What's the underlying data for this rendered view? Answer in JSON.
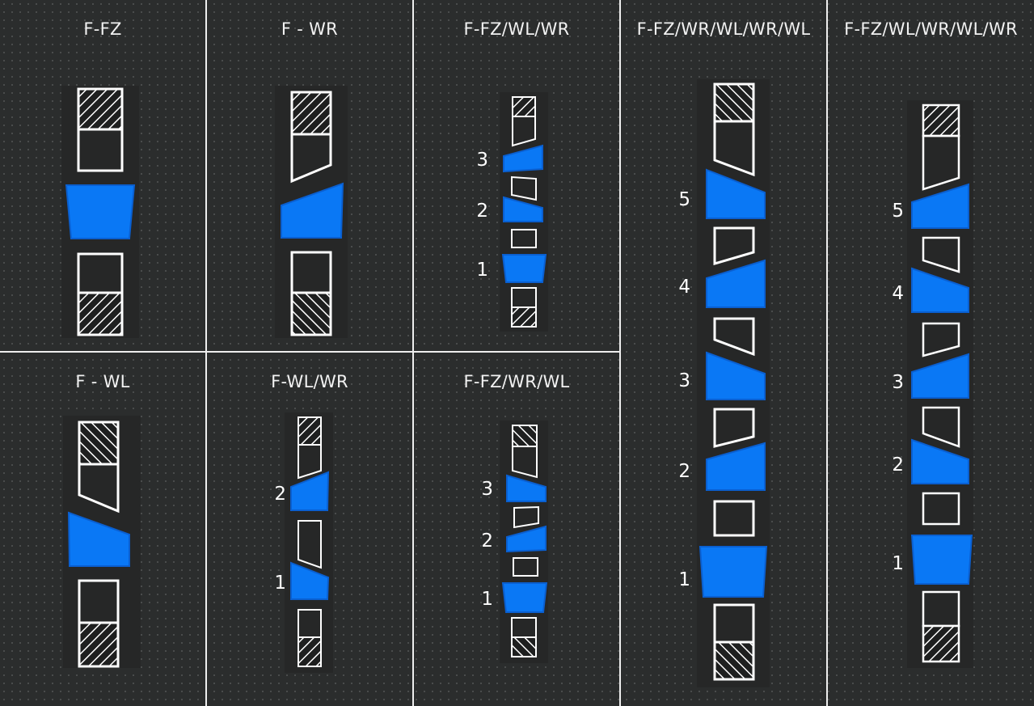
{
  "colors": {
    "background": "#2b2d2d",
    "roll_outline": "#ffffff",
    "slab_fill": "#0a78f5",
    "slab_stroke": "#0a5fd0",
    "divider": "#eeeeee"
  },
  "panels": [
    {
      "id": "f-fz",
      "title": "F-FZ",
      "stand_labels": []
    },
    {
      "id": "f-wr",
      "title": "F - WR",
      "stand_labels": []
    },
    {
      "id": "f-fz-wl-wr",
      "title": "F-FZ/WL/WR",
      "stand_labels": [
        "3",
        "2",
        "1"
      ]
    },
    {
      "id": "f-fz-wr-wl-wr-wl",
      "title": "F-FZ/WR/WL/WR/WL",
      "stand_labels": [
        "5",
        "4",
        "3",
        "2",
        "1"
      ]
    },
    {
      "id": "f-fz-wl-wr-wl-wr",
      "title": "F-FZ/WL/WR/WL/WR",
      "stand_labels": [
        "5",
        "4",
        "3",
        "2",
        "1"
      ]
    },
    {
      "id": "f-wl",
      "title": "F - WL",
      "stand_labels": []
    },
    {
      "id": "f-wl-wr",
      "title": "F-WL/WR",
      "stand_labels": [
        "2",
        "1"
      ]
    },
    {
      "id": "f-fz-wr-wl",
      "title": "F-FZ/WR/WL",
      "stand_labels": [
        "3",
        "2",
        "1"
      ]
    }
  ]
}
